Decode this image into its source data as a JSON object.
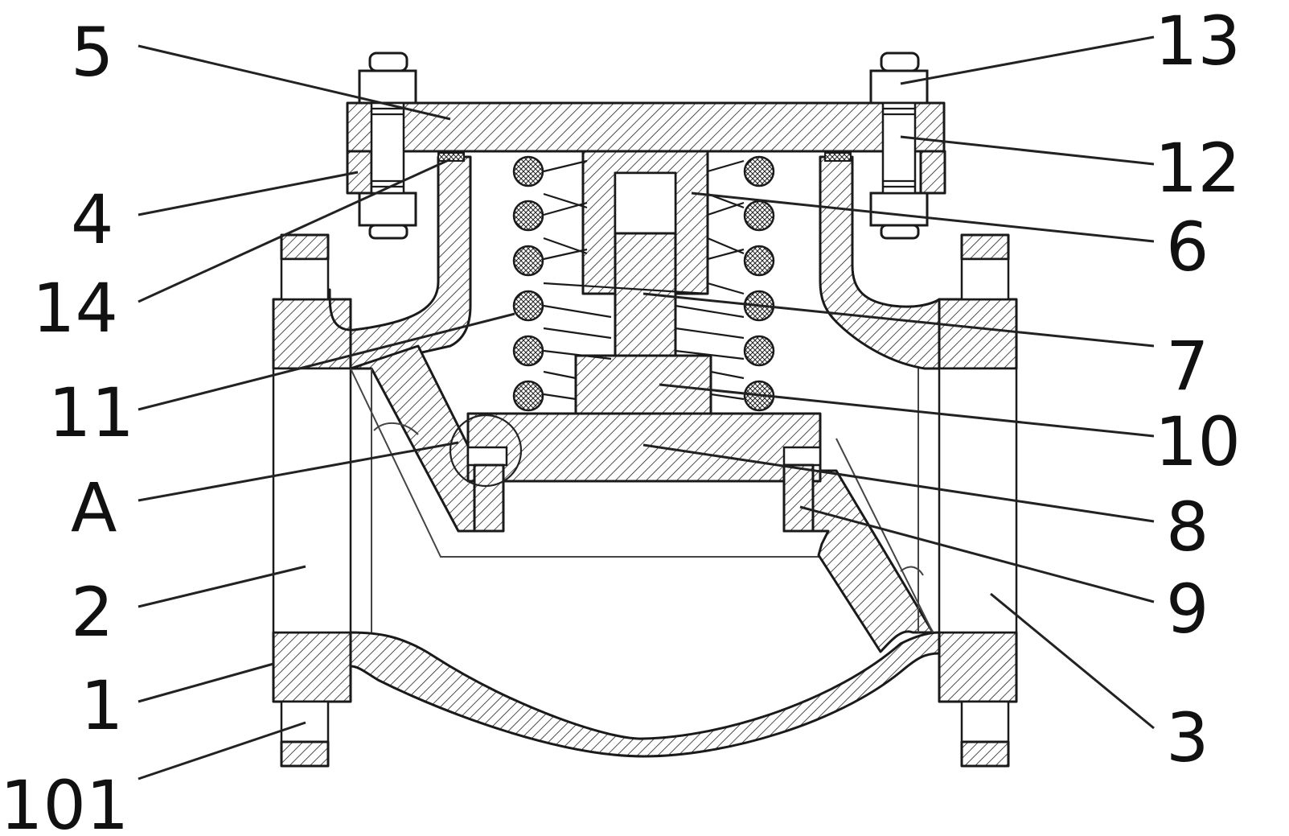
{
  "figure": {
    "callouts": [
      {
        "id": "5",
        "label": "5"
      },
      {
        "id": "4",
        "label": "4"
      },
      {
        "id": "14",
        "label": "14"
      },
      {
        "id": "11",
        "label": "11"
      },
      {
        "id": "A",
        "label": "A"
      },
      {
        "id": "2",
        "label": "2"
      },
      {
        "id": "1",
        "label": "1"
      },
      {
        "id": "101",
        "label": "101"
      },
      {
        "id": "13",
        "label": "13"
      },
      {
        "id": "12",
        "label": "12"
      },
      {
        "id": "6",
        "label": "6"
      },
      {
        "id": "7",
        "label": "7"
      },
      {
        "id": "10",
        "label": "10"
      },
      {
        "id": "8",
        "label": "8"
      },
      {
        "id": "9",
        "label": "9"
      },
      {
        "id": "3",
        "label": "3"
      }
    ]
  }
}
